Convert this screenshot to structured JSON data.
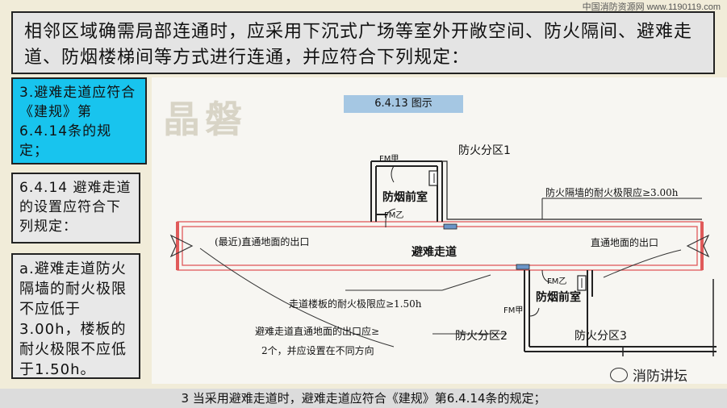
{
  "watermark": "中国消防资源网 www.1190119.com",
  "title": "相邻区域确需局部连通时，应采用下沉式广场等室外开敞空间、防火隔间、避难走道、防烟楼梯间等方式进行连通，并应符合下列规定：",
  "side": {
    "box1": "3.避难走道应符合《建规》第6.4.14条的规定；",
    "box2": "6.4.14 避难走道的设置应符合下列规定：",
    "box3": "a.避难走道防火隔墙的耐火极限不应低于3.00h，楼板的耐火极限不应低于1.50h。"
  },
  "diagram": {
    "fig_title": "6.4.13 图示",
    "zone1": "防火分区1",
    "zone2": "防火分区2",
    "zone3": "防火分区3",
    "anteroom_top": "防烟前室",
    "anteroom_bottom": "防烟前室",
    "fm_jia_top": "FM甲",
    "fm_yi_top": "FM乙",
    "fm_yi_bottom": "FM乙",
    "fm_jia_bottom": "FM甲",
    "wall_note": "防火隔墙的耐火极限应≥3.00h",
    "exit_left": "(最近)直通地面的出口",
    "exit_right": "直通地面的出口",
    "corridor": "避难走道",
    "floor_note": "走道楼板的耐火极限应≥1.50h",
    "exits_note_1": "避难走道直通地面的出口应≥",
    "exits_note_2": "2个，并应设置在不同方向",
    "faint_mark": "晶磐"
  },
  "wechat_label": "消防讲坛",
  "bottom_caption": "3 当采用避难走道时，避难走道应符合《建规》第6.4.14条的规定；"
}
